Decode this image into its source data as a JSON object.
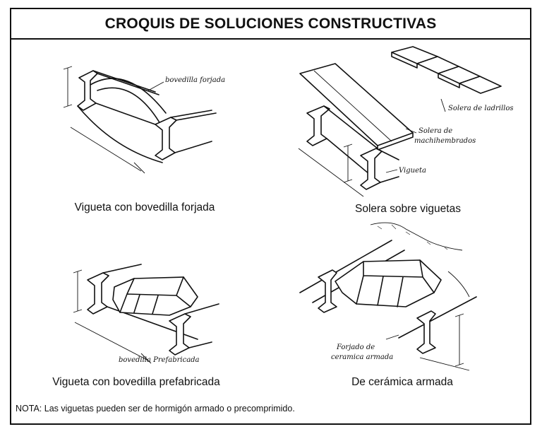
{
  "title": "CROQUIS DE SOLUCIONES CONSTRUCTIVAS",
  "panels": [
    {
      "caption": "Vigueta con bovedilla forjada",
      "labels": [
        "bovedilla forjada"
      ]
    },
    {
      "caption": "Solera sobre viguetas",
      "labels": [
        "Solera de ladrillos",
        "Solera de",
        "machihembrados",
        "Vigueta"
      ]
    },
    {
      "caption": "Vigueta con bovedilla prefabricada",
      "labels": [
        "bovedilla Prefabricada"
      ]
    },
    {
      "caption": "De cerámica armada",
      "labels": [
        "Forjado de",
        "ceramica armada"
      ]
    }
  ],
  "note": "NOTA: Las viguetas pueden ser de hormigón armado o precomprimido."
}
